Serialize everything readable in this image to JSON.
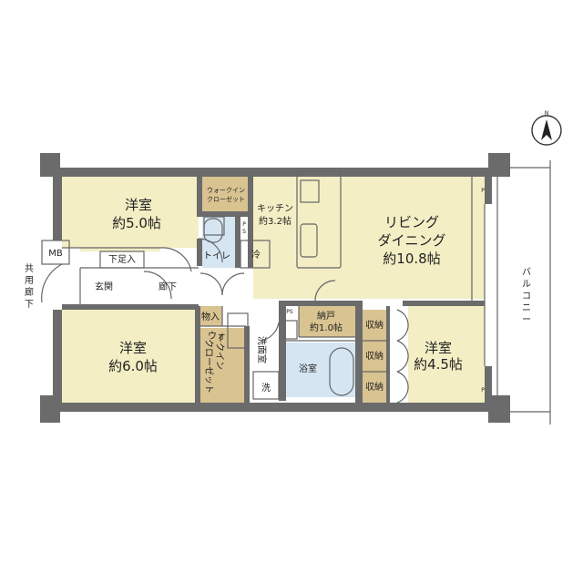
{
  "compass": {
    "north": "N"
  },
  "rooms": {
    "western_room_1": {
      "name": "洋室",
      "size": "約5.0帖"
    },
    "western_room_2": {
      "name": "洋室",
      "size": "約6.0帖"
    },
    "western_room_3": {
      "name": "洋室",
      "size": "約4.5帖"
    },
    "living_dining": {
      "line1": "リビング",
      "line2": "ダイニング",
      "size": "約10.8帖"
    },
    "kitchen": {
      "name": "キッチン",
      "size": "約3.2帖"
    },
    "walk_in_closet_top": {
      "line1": "ウォークイン",
      "line2": "クローゼット"
    },
    "walk_in_closet_bottom": {
      "line1": "ウォ",
      "line2": "ークイン",
      "line3": "クローゼット"
    },
    "toilet": "トイレ",
    "storeroom": {
      "name": "納戸",
      "size": "約1.0帖"
    },
    "washroom": "洗面室",
    "bathroom": "浴室",
    "entrance": "玄関",
    "shoe_box": "下足入",
    "hallway": "廊下",
    "storage_small": "物入",
    "storage": [
      "収納",
      "収納",
      "収納"
    ],
    "mb": "MB",
    "common_corridor": [
      "共",
      "用",
      "廊",
      "下"
    ],
    "balcony": [
      "バ",
      "ル",
      "コ",
      "ニ",
      "ー"
    ]
  },
  "symbols": {
    "fridge": "冷",
    "washer": "洗",
    "ps": [
      "P",
      "S"
    ],
    "ps_storeroom": "PS",
    "p": "P"
  }
}
